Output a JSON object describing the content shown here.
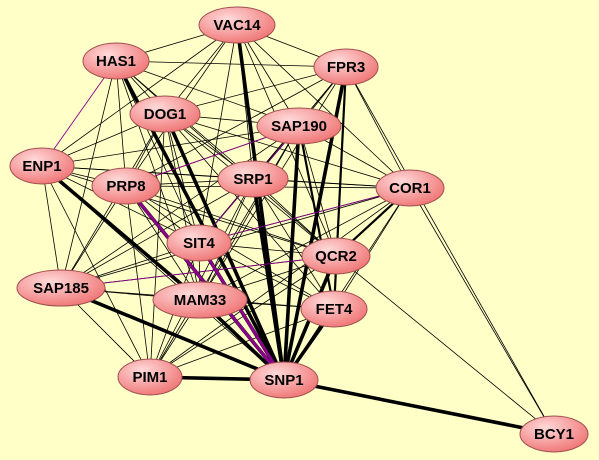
{
  "network": {
    "background_color": "#ffffc8",
    "node_fill_light": "#ffd9d9",
    "node_fill_dark": "#f07878",
    "node_stroke": "#a05050",
    "edge_color": "#000000",
    "highlight_edge_color": "#8b008b",
    "nodes": [
      {
        "id": "VAC14",
        "label": "VAC14"
      },
      {
        "id": "HAS1",
        "label": "HAS1"
      },
      {
        "id": "FPR3",
        "label": "FPR3"
      },
      {
        "id": "DOG1",
        "label": "DOG1"
      },
      {
        "id": "SAP190",
        "label": "SAP190"
      },
      {
        "id": "ENP1",
        "label": "ENP1"
      },
      {
        "id": "PRP8",
        "label": "PRP8"
      },
      {
        "id": "SRP1",
        "label": "SRP1"
      },
      {
        "id": "COR1",
        "label": "COR1"
      },
      {
        "id": "SIT4",
        "label": "SIT4"
      },
      {
        "id": "QCR2",
        "label": "QCR2"
      },
      {
        "id": "SAP185",
        "label": "SAP185"
      },
      {
        "id": "MAM33",
        "label": "MAM33"
      },
      {
        "id": "FET4",
        "label": "FET4"
      },
      {
        "id": "PIM1",
        "label": "PIM1"
      },
      {
        "id": "SNP1",
        "label": "SNP1"
      },
      {
        "id": "BCY1",
        "label": "BCY1"
      }
    ],
    "edges": [
      [
        "SNP1",
        "BCY1",
        3
      ],
      [
        "SNP1",
        "PIM1",
        3
      ],
      [
        "SNP1",
        "SAP185",
        3
      ],
      [
        "SNP1",
        "MAM33",
        3
      ],
      [
        "SNP1",
        "SIT4",
        3
      ],
      [
        "SNP1",
        "PRP8",
        3
      ],
      [
        "SNP1",
        "DOG1",
        3
      ],
      [
        "SNP1",
        "HAS1",
        3
      ],
      [
        "SNP1",
        "VAC14",
        3
      ],
      [
        "SNP1",
        "SRP1",
        3
      ],
      [
        "SNP1",
        "FET4",
        3
      ],
      [
        "SNP1",
        "QCR2",
        3
      ],
      [
        "SNP1",
        "FPR3",
        3
      ],
      [
        "SNP1",
        "SAP190",
        3
      ],
      [
        "SNP1",
        "COR1",
        1
      ],
      [
        "SNP1",
        "ENP1",
        1
      ],
      [
        "ENP1",
        "MAM33",
        3
      ],
      [
        "SNP1",
        "MAM33",
        1
      ],
      [
        "QCR2",
        "COR1",
        2
      ],
      [
        "FET4",
        "COR1",
        1
      ],
      [
        "BCY1",
        "COR1",
        1
      ],
      [
        "BCY1",
        "FPR3",
        1
      ],
      [
        "BCY1",
        "QCR2",
        1
      ],
      [
        "VAC14",
        "HAS1",
        1
      ],
      [
        "VAC14",
        "FPR3",
        1
      ],
      [
        "VAC14",
        "DOG1",
        1
      ],
      [
        "VAC14",
        "SAP190",
        1
      ],
      [
        "VAC14",
        "ENP1",
        1
      ],
      [
        "VAC14",
        "PRP8",
        1
      ],
      [
        "VAC14",
        "SRP1",
        1
      ],
      [
        "VAC14",
        "COR1",
        1
      ],
      [
        "VAC14",
        "SIT4",
        1
      ],
      [
        "VAC14",
        "QCR2",
        1
      ],
      [
        "HAS1",
        "FPR3",
        1
      ],
      [
        "HAS1",
        "DOG1",
        1
      ],
      [
        "HAS1",
        "SAP190",
        1
      ],
      [
        "HAS1",
        "PRP8",
        1
      ],
      [
        "HAS1",
        "SRP1",
        1
      ],
      [
        "HAS1",
        "SIT4",
        1
      ],
      [
        "HAS1",
        "QCR2",
        1
      ],
      [
        "HAS1",
        "SAP185",
        1
      ],
      [
        "HAS1",
        "MAM33",
        1
      ],
      [
        "FPR3",
        "DOG1",
        1
      ],
      [
        "FPR3",
        "SAP190",
        1
      ],
      [
        "FPR3",
        "SRP1",
        1
      ],
      [
        "FPR3",
        "COR1",
        1
      ],
      [
        "FPR3",
        "SIT4",
        1
      ],
      [
        "FPR3",
        "PRP8",
        1
      ],
      [
        "FPR3",
        "FET4",
        2
      ],
      [
        "FPR3",
        "MAM33",
        1
      ],
      [
        "DOG1",
        "SAP190",
        1
      ],
      [
        "DOG1",
        "ENP1",
        1
      ],
      [
        "DOG1",
        "PRP8",
        1
      ],
      [
        "DOG1",
        "SRP1",
        1
      ],
      [
        "DOG1",
        "SIT4",
        1
      ],
      [
        "DOG1",
        "QCR2",
        1
      ],
      [
        "DOG1",
        "SAP185",
        1
      ],
      [
        "DOG1",
        "MAM33",
        1
      ],
      [
        "DOG1",
        "FET4",
        1
      ],
      [
        "DOG1",
        "COR1",
        1
      ],
      [
        "DOG1",
        "PIM1",
        1
      ],
      [
        "SAP190",
        "ENP1",
        1
      ],
      [
        "SAP190",
        "PRP8",
        1
      ],
      [
        "SAP190",
        "SRP1",
        1
      ],
      [
        "SAP190",
        "SIT4",
        1
      ],
      [
        "SAP190",
        "QCR2",
        1
      ],
      [
        "SAP190",
        "SAP185",
        1
      ],
      [
        "SAP190",
        "MAM33",
        1
      ],
      [
        "SAP190",
        "FET4",
        2
      ],
      [
        "SAP190",
        "PIM1",
        1
      ],
      [
        "SAP190",
        "COR1",
        1
      ],
      [
        "ENP1",
        "PRP8",
        1
      ],
      [
        "ENP1",
        "SRP1",
        1
      ],
      [
        "ENP1",
        "COR1",
        1
      ],
      [
        "ENP1",
        "SIT4",
        1
      ],
      [
        "ENP1",
        "SAP185",
        1
      ],
      [
        "ENP1",
        "PIM1",
        1
      ],
      [
        "ENP1",
        "QCR2",
        1
      ],
      [
        "PRP8",
        "SRP1",
        1
      ],
      [
        "PRP8",
        "SIT4",
        1
      ],
      [
        "PRP8",
        "SAP185",
        1
      ],
      [
        "PRP8",
        "MAM33",
        1
      ],
      [
        "PRP8",
        "PIM1",
        1
      ],
      [
        "PRP8",
        "QCR2",
        1
      ],
      [
        "PRP8",
        "FET4",
        1
      ],
      [
        "PRP8",
        "COR1",
        1
      ],
      [
        "SRP1",
        "COR1",
        1
      ],
      [
        "SRP1",
        "SIT4",
        1
      ],
      [
        "SRP1",
        "QCR2",
        1
      ],
      [
        "SRP1",
        "SAP185",
        1
      ],
      [
        "SRP1",
        "MAM33",
        1
      ],
      [
        "SRP1",
        "FET4",
        1
      ],
      [
        "SRP1",
        "PIM1",
        1
      ],
      [
        "COR1",
        "SIT4",
        1
      ],
      [
        "COR1",
        "MAM33",
        1
      ],
      [
        "COR1",
        "PIM1",
        1
      ],
      [
        "COR1",
        "SAP185",
        1
      ],
      [
        "SIT4",
        "QCR2",
        1
      ],
      [
        "SIT4",
        "SAP185",
        1
      ],
      [
        "SIT4",
        "MAM33",
        1
      ],
      [
        "SIT4",
        "FET4",
        1
      ],
      [
        "SIT4",
        "PIM1",
        1
      ],
      [
        "QCR2",
        "SAP185",
        1
      ],
      [
        "QCR2",
        "MAM33",
        1
      ],
      [
        "QCR2",
        "FET4",
        1
      ],
      [
        "QCR2",
        "PIM1",
        1
      ],
      [
        "SAP185",
        "MAM33",
        1
      ],
      [
        "SAP185",
        "PIM1",
        1
      ],
      [
        "SAP185",
        "FET4",
        1
      ],
      [
        "MAM33",
        "FET4",
        1
      ],
      [
        "MAM33",
        "PIM1",
        1
      ],
      [
        "FET4",
        "PIM1",
        1
      ]
    ],
    "highlight_edges": [
      [
        "HAS1",
        "ENP1"
      ],
      [
        "PRP8",
        "SNP1"
      ],
      [
        "SIT4",
        "SNP1"
      ],
      [
        "SAP185",
        "QCR2"
      ],
      [
        "SIT4",
        "COR1"
      ],
      [
        "PRP8",
        "SAP190"
      ],
      [
        "SIT4",
        "SAP190"
      ]
    ]
  }
}
